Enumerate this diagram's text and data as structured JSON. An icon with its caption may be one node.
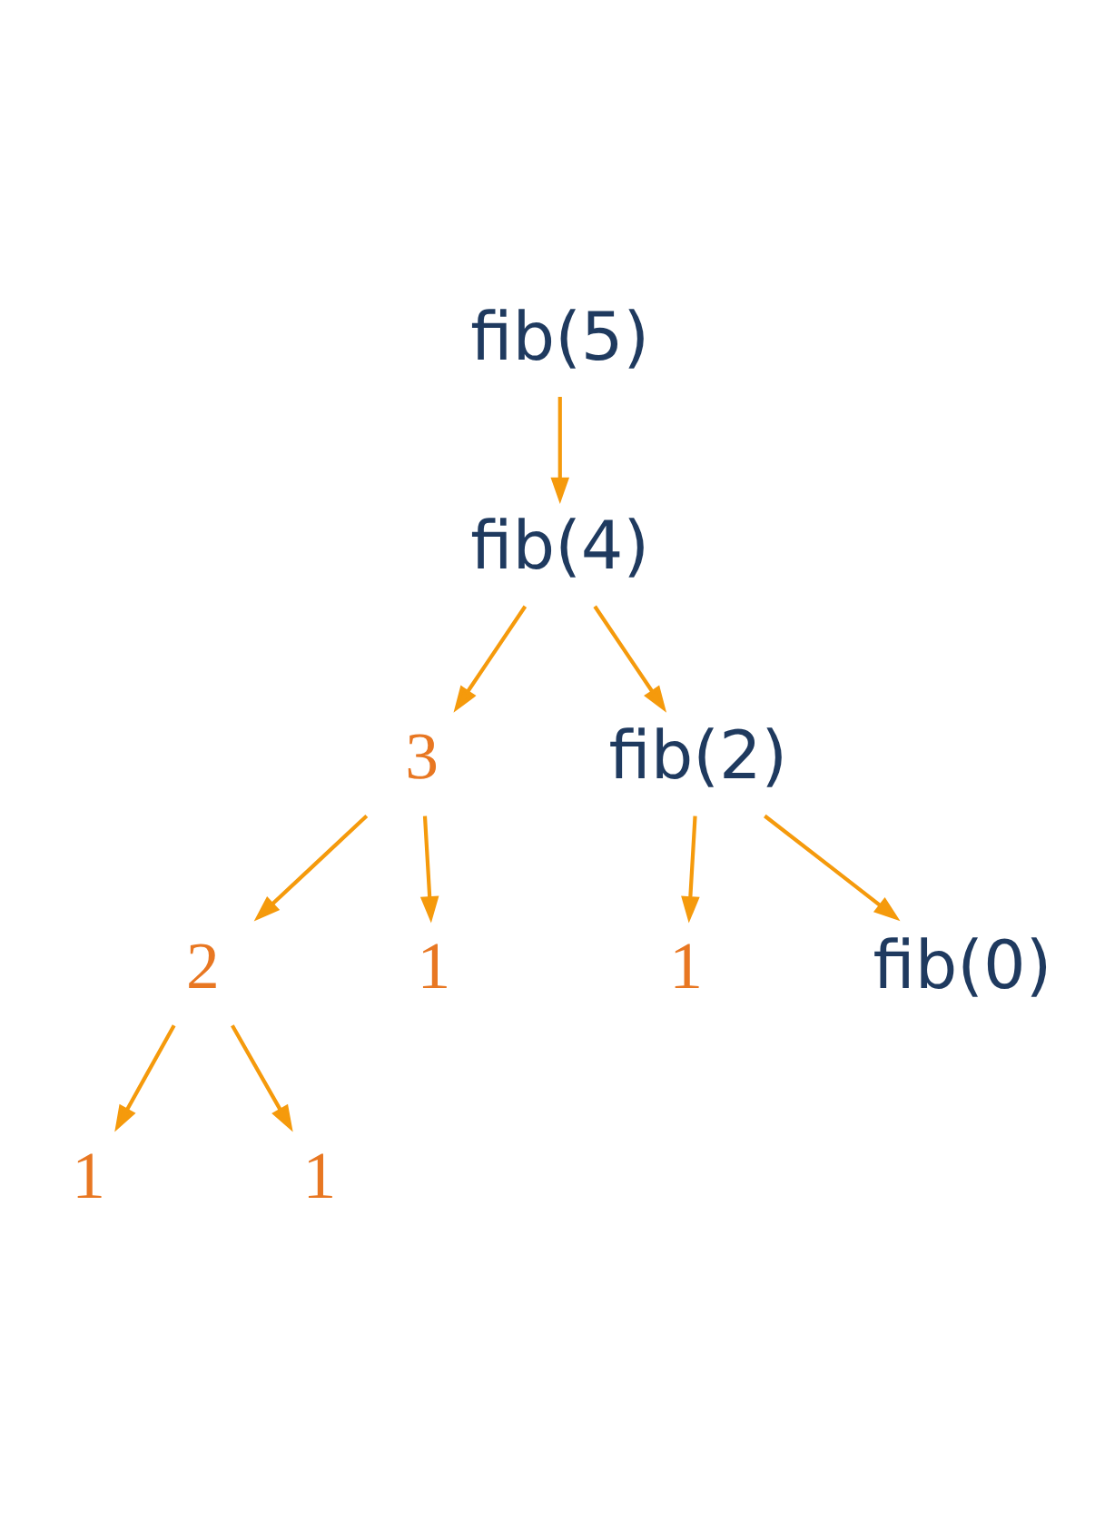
{
  "diagram": {
    "nodes": [
      {
        "text": [
          "fib(5)"
        ]
      },
      {
        "text": [
          "fib(4)"
        ]
      },
      {
        "text": [
          "3"
        ]
      },
      {
        "text": [
          "fib(2)"
        ]
      },
      {
        "text": [
          "2"
        ]
      },
      {
        "text": [
          "1"
        ]
      },
      {
        "text": [
          "1"
        ]
      },
      {
        "text": [
          "fib(0)"
        ]
      },
      {
        "text": [
          "1"
        ]
      },
      {
        "text": [
          "1"
        ]
      }
    ],
    "edges": [
      {
        "from": 0,
        "to": 1,
        "arrow": "to"
      },
      {
        "from": 1,
        "to": 2,
        "arrow": "to"
      },
      {
        "from": 1,
        "to": 3,
        "arrow": "to"
      },
      {
        "from": 2,
        "to": 4,
        "arrow": "to"
      },
      {
        "from": 2,
        "to": 5,
        "arrow": "to"
      },
      {
        "from": 3,
        "to": 6,
        "arrow": "to"
      },
      {
        "from": 3,
        "to": 7,
        "arrow": "to"
      },
      {
        "from": 4,
        "to": 8,
        "arrow": "to"
      },
      {
        "from": 4,
        "to": 9,
        "arrow": "to"
      }
    ]
  }
}
